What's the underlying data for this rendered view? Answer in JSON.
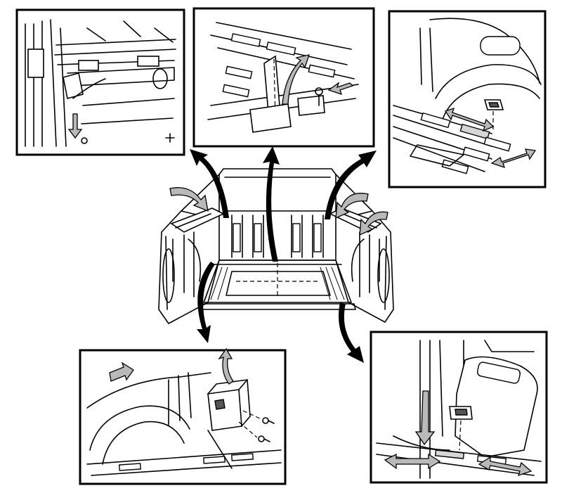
{
  "figure": {
    "background_color": "#ffffff",
    "line_color": "#000000",
    "indicator_arrow_color": "#b9b9b9"
  },
  "center": {
    "subject": "pickup-truck-bed"
  },
  "panels": [
    {
      "id": "top-left"
    },
    {
      "id": "top-center"
    },
    {
      "id": "top-right"
    },
    {
      "id": "bottom-left"
    },
    {
      "id": "bottom-right"
    }
  ]
}
